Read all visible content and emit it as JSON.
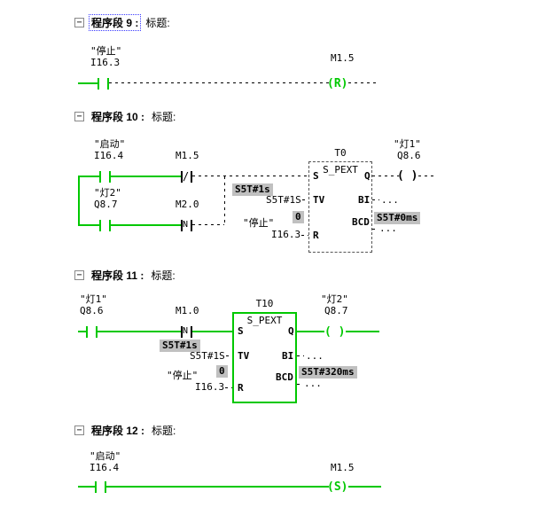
{
  "icons": {
    "collapse_glyph": "−"
  },
  "colors": {
    "power_flow_green": "#00c800",
    "monitor_value_bg": "#c0c0c0"
  },
  "net9": {
    "title": "程序段 9 :",
    "subtitle": "标题:",
    "c1_name": "\"停止\"",
    "c1_addr": "I16.3",
    "coil_addr": "M1.5",
    "coil_sym": "(R)"
  },
  "net10": {
    "title": "程序段 10 :",
    "subtitle": "标题:",
    "c1_name": "\"启动\"",
    "c1_addr": "I16.4",
    "c2_addr": "M1.5",
    "c2_sym": "/",
    "c3_name": "\"灯2\"",
    "c3_addr": "Q8.7",
    "c4_addr": "M2.0",
    "c4_sym": "N",
    "timer_tag": "T0",
    "timer_type": "S_PEXT",
    "pin_s": "S",
    "pin_tv": "TV",
    "pin_r": "R",
    "pin_q": "Q",
    "pin_bi": "BI",
    "pin_bcd": "BCD",
    "tv_value": "S5T#1s",
    "tv_operand": "S5T#1S",
    "time_value": "0",
    "r_name": "\"停止\"",
    "r_addr": "I16.3",
    "coil_name": "\"灯1\"",
    "coil_addr": "Q8.6",
    "coil_sym": "( )",
    "bi_ellipsis": "...",
    "bcd_value": "S5T#0ms",
    "bcd_ellipsis": "..."
  },
  "net11": {
    "title": "程序段 11 :",
    "subtitle": "标题:",
    "c1_name": "\"灯1\"",
    "c1_addr": "Q8.6",
    "c2_addr": "M1.0",
    "c2_sym": "N",
    "timer_tag": "T10",
    "timer_type": "S_PEXT",
    "pin_s": "S",
    "pin_tv": "TV",
    "pin_r": "R",
    "pin_q": "Q",
    "pin_bi": "BI",
    "pin_bcd": "BCD",
    "tv_value": "S5T#1s",
    "tv_operand": "S5T#1S",
    "time_value": "0",
    "r_name": "\"停止\"",
    "r_addr": "I16.3",
    "coil_name": "\"灯2\"",
    "coil_addr": "Q8.7",
    "coil_sym": "( )",
    "bi_ellipsis": "...",
    "bcd_value": "S5T#320ms",
    "bcd_ellipsis": "..."
  },
  "net12": {
    "title": "程序段 12 :",
    "subtitle": "标题:",
    "c1_name": "\"启动\"",
    "c1_addr": "I16.4",
    "coil_addr": "M1.5",
    "coil_sym": "(S)"
  }
}
